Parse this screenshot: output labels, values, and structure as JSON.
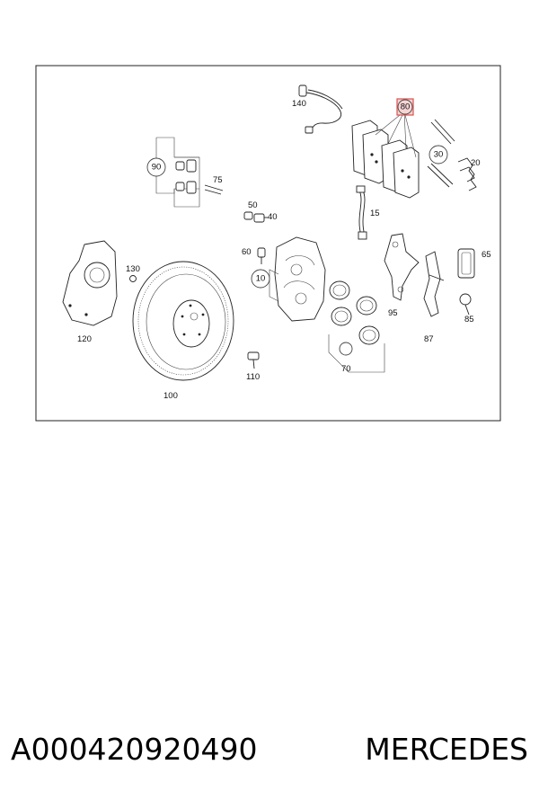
{
  "labels": {
    "l140": "140",
    "l80": "80",
    "l30": "30",
    "l20": "20",
    "l90": "90",
    "l75": "75",
    "l50": "50",
    "l40": "40",
    "l15": "15",
    "l60": "60",
    "l10": "10",
    "l65": "65",
    "l130": "130",
    "l120": "120",
    "l95": "95",
    "l85": "85",
    "l87": "87",
    "l110": "110",
    "l70": "70",
    "l100": "100"
  },
  "caption": {
    "part_number": "A000420920490",
    "brand": "MERCEDES"
  },
  "colors": {
    "highlight": "#d9534f",
    "highlight_fill": "#f6d4d4"
  }
}
